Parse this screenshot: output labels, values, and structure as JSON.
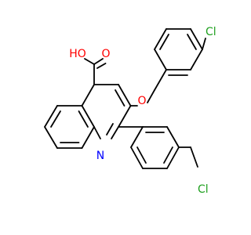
{
  "molecule": {
    "labels": {
      "cl_top": "Cl",
      "cl_bottom": "Cl",
      "oxygen_ether": "O",
      "oxygen_carbonyl": "O",
      "hydroxyl": "HO",
      "nitrogen": "N"
    },
    "colors": {
      "bond": "#000000",
      "chlorine": "#1fa01f",
      "oxygen": "#ff0000",
      "nitrogen": "#0000ff"
    }
  }
}
